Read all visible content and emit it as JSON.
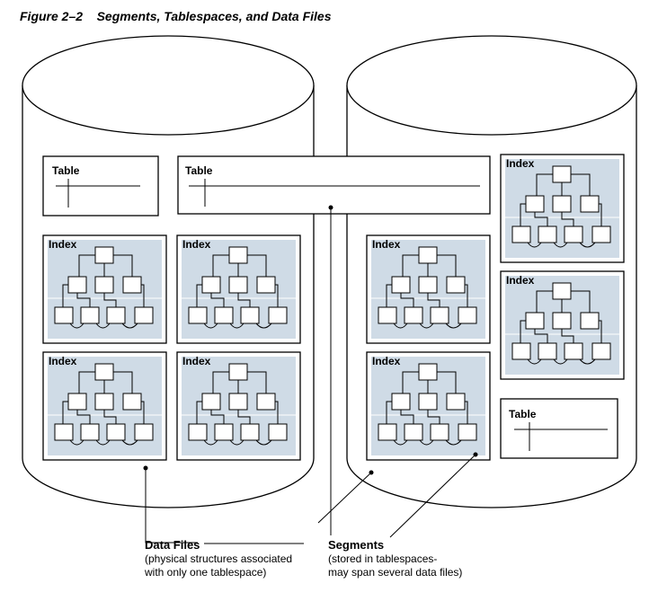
{
  "figure": {
    "number": "Figure 2–2",
    "title": "Segments, Tablespaces, and Data Files"
  },
  "labels": {
    "table": "Table",
    "index": "Index"
  },
  "callouts": {
    "data_files": {
      "title": "Data Files",
      "line1": "(physical structures associated",
      "line2": "with only one tablespace)"
    },
    "segments": {
      "title": "Segments",
      "line1": "(stored in tablespaces-",
      "line2": "may span several data files)"
    }
  },
  "colors": {
    "index_fill": "#cfdbe6",
    "stroke": "#000000",
    "background": "#ffffff"
  }
}
